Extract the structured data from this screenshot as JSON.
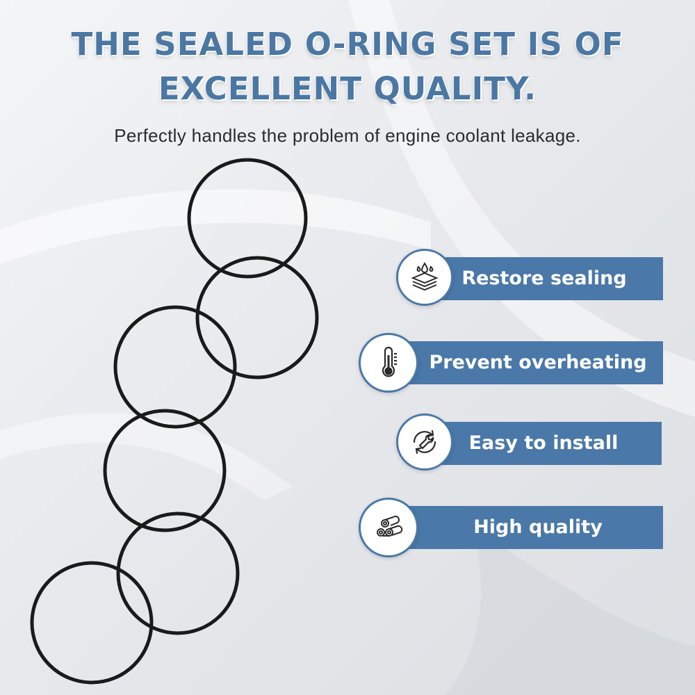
{
  "headline": {
    "line1": "THE SEALED O-RING SET IS OF",
    "line2": "EXCELLENT QUALITY."
  },
  "subtitle": "Perfectly handles the problem of engine coolant leakage.",
  "features": [
    {
      "label": "Restore sealing",
      "icon": "water-layers-icon"
    },
    {
      "label": "Prevent overheating",
      "icon": "thermometer-icon"
    },
    {
      "label": "Easy to install",
      "icon": "wrench-icon"
    },
    {
      "label": "High quality",
      "icon": "pipes-icon"
    }
  ],
  "colors": {
    "accent": "#4a78a8",
    "headline": "#4b77a3",
    "ring": "#1a1a1a"
  }
}
